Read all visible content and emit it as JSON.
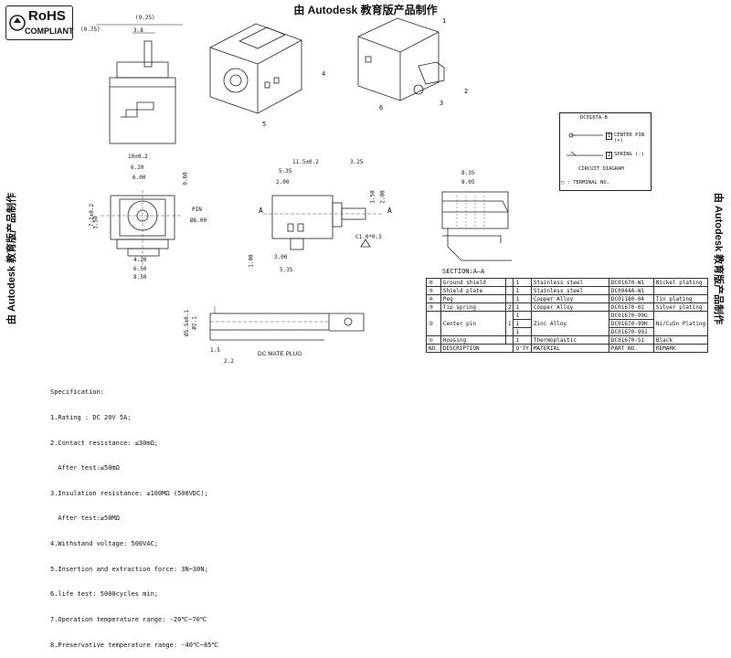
{
  "banner": "由 Autodesk 教育版产品制作",
  "rohs": {
    "line1": "RoHS",
    "line2": "COMPLIANT"
  },
  "top_view_dims": {
    "d1": "(9.25)",
    "d2": "(0.75)",
    "d3": "3.8"
  },
  "front_dims": {
    "w1": "10±0.2",
    "w2": "6.20",
    "w3": "6.00",
    "h1": "0.60",
    "h2": "7.2±0.2",
    "h3": "3.50",
    "pin": "PIN",
    "pin_dia": "Ø6.00",
    "b1": "4.20",
    "b2": "6.50",
    "b3": "8.50"
  },
  "side_dims": {
    "len": "11.5±0.2",
    "t1": "3.25",
    "t2": "5.35",
    "t3": "2.00",
    "v1": "1.50",
    "v2": "2.00",
    "v3": "1.00",
    "b1": "3.00",
    "b2": "5.35",
    "chamfer": "C1.0*0.5",
    "sec": "A"
  },
  "section_dims": {
    "d1": "8.35",
    "d2": "8.05",
    "label": "SECTION:A—A"
  },
  "plug": {
    "d1": "Ø5.5±0.1",
    "d2": "Ø2.1",
    "d3": "1.5",
    "d4": "2.2",
    "label": "DC MATE PLUG"
  },
  "callouts": [
    "1",
    "2",
    "3",
    "4",
    "5",
    "6"
  ],
  "circuit": {
    "title": "DC0167A-B",
    "pin1": "1",
    "pin1_label": "CENTER PIN (+)",
    "pin2": "2",
    "pin2_label": "SPRING (-)",
    "diagram_label": "CIRCUIT DIAGRAM",
    "terminal": "□ : TERMINAL NO."
  },
  "bom": {
    "rows": [
      {
        "no": "⑥",
        "desc": "Ground shield",
        "box": "",
        "qty": "1",
        "mat": "Stainless steel",
        "part": "DC01670-W1",
        "rem": "Nickel plating"
      },
      {
        "no": "⑤",
        "desc": "Shield plate",
        "box": "",
        "qty": "1",
        "mat": "Stainless steel",
        "part": "DC0044A-W1",
        "rem": ""
      },
      {
        "no": "④",
        "desc": "Peg",
        "box": "",
        "qty": "1",
        "mat": "Copper Alloy",
        "part": "DC01180-04",
        "rem": "Tin plating"
      },
      {
        "no": "③",
        "desc": "Tip spring",
        "box": "2",
        "qty": "1",
        "mat": "Copper Alloy",
        "part": "DC01670-02",
        "rem": "Silver plating"
      },
      {
        "no": "②",
        "desc": "Center pin",
        "box": "1",
        "qty": "1",
        "mat": "Zinc Alloy",
        "part": "DC01670-99G",
        "part2": "DC01670-99H",
        "part3": "DC01670-99J",
        "rem": "Ni/CuSn Plating"
      },
      {
        "no": "①",
        "desc": "Housing",
        "box": "",
        "qty": "1",
        "mat": "Thermoplastic",
        "part": "DC01670-S1",
        "rem": "Black"
      }
    ],
    "header": {
      "no": "NO.",
      "desc": "DESCRIPTION",
      "qty": "Q'TY",
      "mat": "MATERIAL",
      "part": "PART NO.",
      "rem": "REMARK"
    }
  },
  "spec": {
    "title": "Specification:",
    "lines": [
      "1.Rating : DC 20V 5A;",
      "2.Contact resistance: ≤30mΩ;",
      "  After test:≤50mΩ",
      "3.Insulation resistance: ≥100MΩ (500VDC);",
      "  After test:≥50MΩ",
      "4.Withstand voltage: 500VAC;",
      "5.Insertion and extraction force: 3N~30N;",
      "6.life test: 5000cycles min;",
      "7.Operation temperature range: -20℃~70℃",
      "8.Preservative temperature range: -40℃~85℃"
    ]
  }
}
